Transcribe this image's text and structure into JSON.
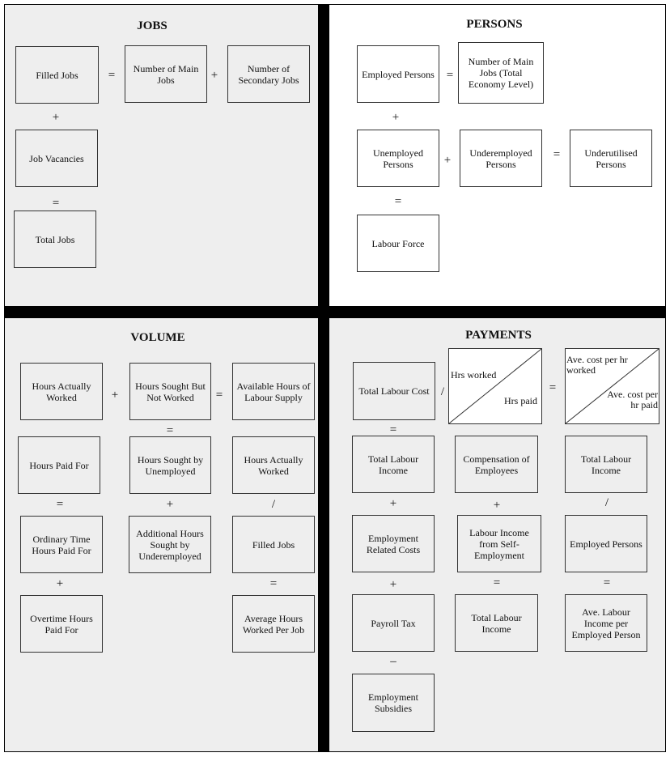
{
  "jobs": {
    "title": "JOBS",
    "filled_jobs": "Filled Jobs",
    "main_jobs": "Number of Main Jobs",
    "secondary_jobs": "Number of Secondary Jobs",
    "job_vacancies": "Job Vacancies",
    "total_jobs": "Total Jobs",
    "ops": {
      "eq1": "=",
      "plus1": "+",
      "plus2": "+",
      "eq2": "="
    }
  },
  "persons": {
    "title": "PERSONS",
    "employed": "Employed Persons",
    "main_jobs_total": "Number of Main Jobs (Total Economy Level)",
    "unemployed": "Unemployed Persons",
    "underemployed": "Underemployed Persons",
    "underutilised": "Underutilised Persons",
    "labour_force": "Labour Force",
    "ops": {
      "eq1": "=",
      "plus1": "+",
      "plus2": "+",
      "eq2": "=",
      "eq3": "="
    }
  },
  "volume": {
    "title": "VOLUME",
    "hours_actually_worked": "Hours Actually Worked",
    "hours_sought_not_worked": "Hours Sought But Not Worked",
    "available_hours": "Available Hours of Labour Supply",
    "hours_paid_for": "Hours Paid For",
    "hours_sought_unemployed": "Hours Sought by Unemployed",
    "hours_actually_worked_2": "Hours Actually Worked",
    "ordinary_time": "Ordinary Time Hours Paid For",
    "additional_hours": "Additional Hours Sought by Underemployed",
    "filled_jobs": "Filled Jobs",
    "overtime": "Overtime Hours Paid For",
    "avg_hours": "Average Hours Worked Per Job",
    "ops": {
      "plus1": "+",
      "eq1": "=",
      "eq2": "=",
      "eq3": "=",
      "plus2": "+",
      "div1": "/",
      "plus3": "+",
      "eq4": "="
    }
  },
  "payments": {
    "title": "PAYMENTS",
    "total_labour_cost": "Total Labour Cost",
    "hrs_worked": "Hrs worked",
    "hrs_paid": "Hrs paid",
    "ave_cost_worked": "Ave. cost per hr worked",
    "ave_cost_paid": "Ave. cost per hr paid",
    "total_labour_income_1": "Total Labour Income",
    "compensation": "Compensation of Employees",
    "total_labour_income_3": "Total Labour Income",
    "employment_related_costs": "Employment Related Costs",
    "labour_income_self": "Labour Income from Self-Employment",
    "employed_persons": "Employed Persons",
    "payroll_tax": "Payroll Tax",
    "total_labour_income_2": "Total Labour Income",
    "ave_labour_income": "Ave. Labour Income per Employed Person",
    "employment_subsidies": "Employment Subsidies",
    "ops": {
      "div1": "/",
      "eq1": "=",
      "eq2": "=",
      "plus1": "+",
      "plus2": "+",
      "div2": "/",
      "plus3": "+",
      "eq3": "=",
      "eq4": "=",
      "minus1": "–"
    }
  }
}
